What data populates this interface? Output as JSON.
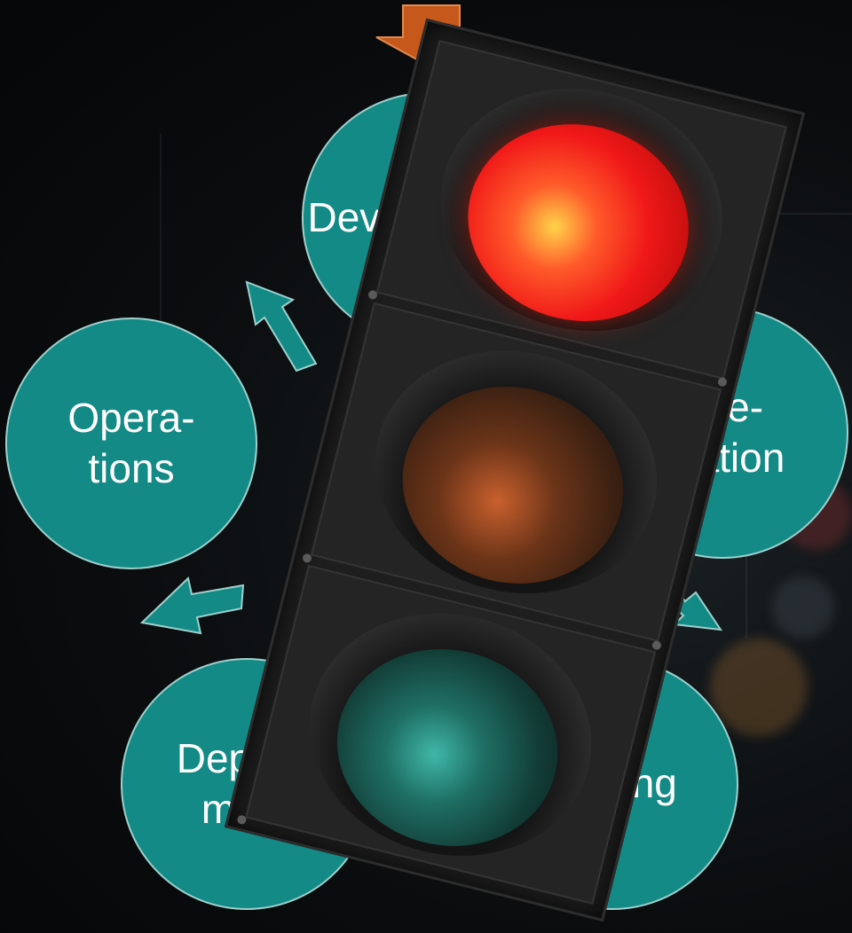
{
  "cycle": {
    "nodes": [
      {
        "id": "development",
        "label": "Development"
      },
      {
        "id": "integration",
        "label": "Inte-\ngration"
      },
      {
        "id": "testing",
        "label": "Testing"
      },
      {
        "id": "deployment",
        "label": "Deploy-\nment"
      },
      {
        "id": "operations",
        "label": "Opera-\ntions"
      }
    ],
    "entry_arrow_color": "#c5581a",
    "cycle_arrow_color": "#138a86",
    "node_color": "#138a86"
  },
  "traffic_light": {
    "lit": "red",
    "lamps": [
      "red",
      "amber",
      "green"
    ]
  }
}
